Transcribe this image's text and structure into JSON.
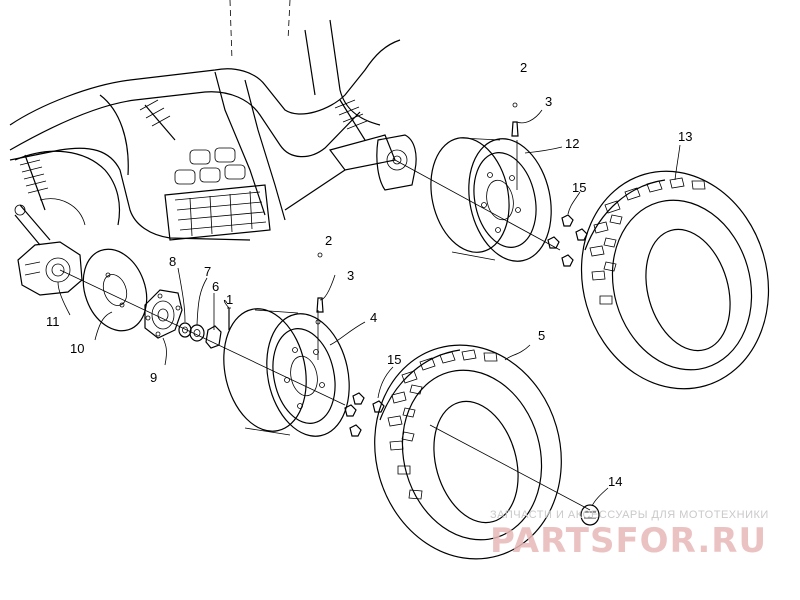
{
  "watermark": {
    "caption": "ЗАПЧАСТИ И АКСЕССУАРЫ ДЛЯ МОТОТЕХНИКИ",
    "brand": "PARTSFOR.RU"
  },
  "callouts": [
    {
      "id": "c1",
      "text": "1"
    },
    {
      "id": "c2a",
      "text": "2"
    },
    {
      "id": "c2b",
      "text": "2"
    },
    {
      "id": "c3a",
      "text": "3"
    },
    {
      "id": "c3b",
      "text": "3"
    },
    {
      "id": "c4",
      "text": "4"
    },
    {
      "id": "c5",
      "text": "5"
    },
    {
      "id": "c6",
      "text": "6"
    },
    {
      "id": "c7",
      "text": "7"
    },
    {
      "id": "c8",
      "text": "8"
    },
    {
      "id": "c9",
      "text": "9"
    },
    {
      "id": "c10",
      "text": "10"
    },
    {
      "id": "c11",
      "text": "11"
    },
    {
      "id": "c12",
      "text": "12"
    },
    {
      "id": "c13",
      "text": "13"
    },
    {
      "id": "c14",
      "text": "14"
    },
    {
      "id": "c15a",
      "text": "15"
    },
    {
      "id": "c15b",
      "text": "15"
    }
  ]
}
